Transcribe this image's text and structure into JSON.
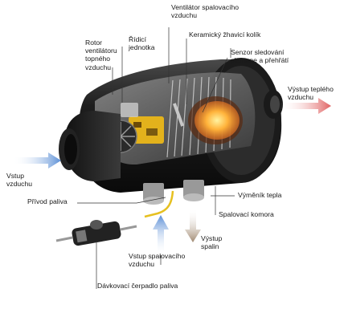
{
  "labels": {
    "rotor": "Rotor\nventilátoru\ntopného\nvzduchu",
    "ridici_jednotka": "Řídicí\njednotka",
    "ventilator_spalovaciho": "Ventilátor spalovacího\nvzduchu",
    "keramicky_kolik": "Keramický žhavicí kolík",
    "senzor": "Senzor sledování\nplamene a přehřátí",
    "vystup_tepleho": "Výstup teplého\nvzduchu",
    "vstup_vzduchu": "Vstup\nvzduchu",
    "vymenik_tepla": "Výměník tepla",
    "privod_paliva": "Přívod paliva",
    "spalovaci_komora": "Spalovací komora",
    "vystup_spalin": "Výstup\nspalin",
    "vstup_spalovaciho": "Vstup spalovacího\nvzduchu",
    "davkovaci_cerpadlo": "Dávkovací čerpadlo paliva"
  },
  "colors": {
    "warm_arrow": "#e06060",
    "cool_arrow": "#5b8fd6",
    "exhaust_arrow": "#a08870",
    "flame": "#ff9a1f",
    "leader_line": "#333333"
  }
}
